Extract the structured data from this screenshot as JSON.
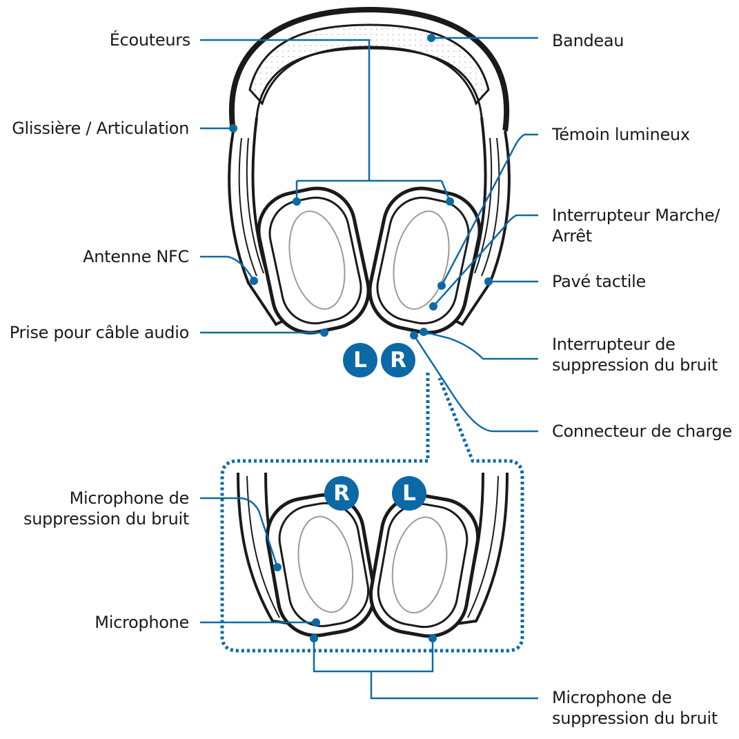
{
  "labels": {
    "earphones": "Écouteurs",
    "slider": "Glissière / Articulation",
    "nfc_antenna": "Antenne NFC",
    "audio_jack": "Prise pour câble audio",
    "headband": "Bandeau",
    "indicator": "Témoin lumineux",
    "power_switch_line1": "Interrupteur Marche/",
    "power_switch_line2": "Arrêt",
    "touchpad": "Pavé tactile",
    "anc_switch_line1": "Interrupteur de",
    "anc_switch_line2": "suppression du bruit",
    "charger_port": "Connecteur de charge",
    "anc_mic_left_line1": "Microphone de",
    "anc_mic_left_line2": "suppression du bruit",
    "microphone": "Microphone",
    "anc_mic_bottom_line1": "Microphone de",
    "anc_mic_bottom_line2": "suppression du bruit"
  },
  "badges": {
    "top_left": "L",
    "top_right": "R",
    "bottom_left": "R",
    "bottom_right": "L"
  },
  "colors": {
    "accent": "#0b6aa6",
    "outline": "#1a1a1a",
    "cushion_fill": "#eeeeee"
  }
}
